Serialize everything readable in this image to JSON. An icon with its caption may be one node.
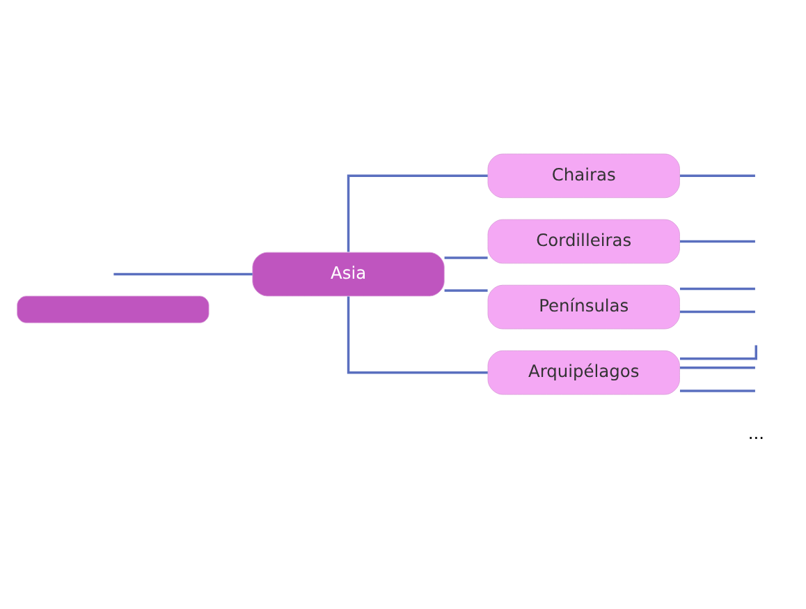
{
  "diagram": {
    "nodes": [
      {
        "text": [],
        "shape": "box"
      },
      {
        "text": [
          "Asia"
        ]
      },
      {
        "text": [
          "Chairas"
        ]
      },
      {
        "text": [
          "Cordilleiras"
        ]
      },
      {
        "text": [
          "Penínsulas"
        ]
      },
      {
        "text": [
          "Arquipélagos"
        ]
      }
    ],
    "edges": [
      {
        "from": null,
        "to": 1,
        "arrow": "none"
      },
      {
        "from": 1,
        "to": 2,
        "arrow": "none"
      },
      {
        "from": 1,
        "to": 3,
        "arrow": "none"
      },
      {
        "from": 1,
        "to": 4,
        "arrow": "none"
      },
      {
        "from": 1,
        "to": 5,
        "arrow": "none"
      },
      {
        "from": 2,
        "to": null,
        "arrow": "none"
      },
      {
        "from": 3,
        "to": null,
        "arrow": "none"
      },
      {
        "from": 4,
        "to": null,
        "arrow": "none"
      },
      {
        "from": 4,
        "to": null,
        "arrow": "none"
      },
      {
        "from": 5,
        "to": null,
        "arrow": "none"
      },
      {
        "from": 5,
        "to": null,
        "arrow": "none"
      },
      {
        "from": 5,
        "to": null,
        "arrow": "none"
      }
    ],
    "labels": [
      "..."
    ]
  }
}
